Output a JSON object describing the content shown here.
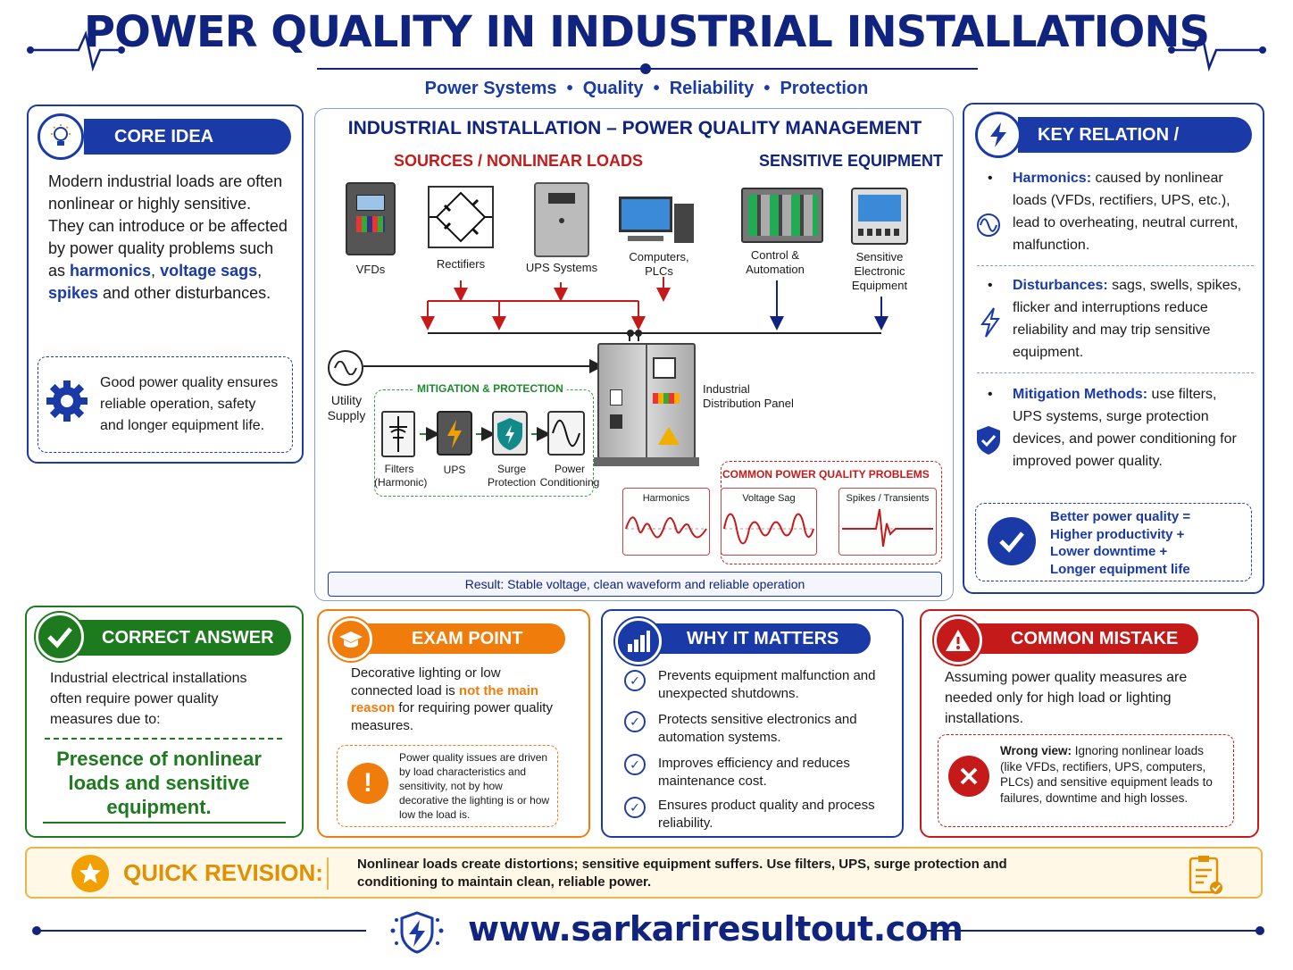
{
  "title": "POWER QUALITY IN INDUSTRIAL INSTALLATIONS",
  "subtitle": "Power Systems  •  Quality  •  Reliability  •  Protection",
  "core": {
    "heading": "CORE IDEA",
    "text1": "Modern industrial loads are often nonlinear or highly sensitive. They can introduce or be affected by power quality problems such as ",
    "k1": "harmonics",
    "s1": ", ",
    "k2": "voltage sags",
    "s2": ", ",
    "k3": "spikes",
    "text2": " and other disturbances.",
    "note": "Good power quality ensures reliable operation, safety and longer equipment life."
  },
  "diagram": {
    "title": "INDUSTRIAL INSTALLATION – POWER QUALITY MANAGEMENT",
    "sources_label": "SOURCES / NONLINEAR LOADS",
    "sensitive_label": "SENSITIVE EQUIPMENT",
    "loads": [
      "VFDs",
      "Rectifiers",
      "UPS Systems",
      "Computers, PLCs"
    ],
    "sensitive": [
      "Control & Automation",
      "Sensitive Electronic Equipment"
    ],
    "utility": "Utility Supply",
    "mitigation_label": "MITIGATION & PROTECTION",
    "mitigation": [
      "Filters (Harmonic)",
      "UPS",
      "Surge Protection",
      "Power Conditioning"
    ],
    "panel": "Industrial Distribution Panel",
    "problems_label": "COMMON POWER QUALITY PROBLEMS",
    "problems": [
      "Harmonics",
      "Voltage Sag",
      "Spikes / Transients"
    ],
    "result_label": "Result:",
    "result": "Stable voltage, clean waveform and reliable operation"
  },
  "key": {
    "heading": "KEY RELATION / CONCEPT",
    "items": [
      {
        "term": "Harmonics:",
        "text": " caused by nonlinear loads (VFDs, rectifiers, UPS, etc.), lead to overheating, neutral current, malfunction."
      },
      {
        "term": "Disturbances:",
        "text": " sags, swells, spikes, flicker and interruptions reduce reliability and may trip sensitive equipment."
      },
      {
        "term": "Mitigation Methods:",
        "text": " use filters, UPS systems, surge protection devices, and power conditioning for improved power quality."
      }
    ],
    "summary": [
      "Better power quality =",
      "Higher productivity +",
      "Lower downtime +",
      "Longer equipment life"
    ]
  },
  "correct": {
    "heading": "CORRECT ANSWER",
    "question": "Industrial electrical installations often require power quality measures due to:",
    "answer": "Presence of nonlinear loads and sensitive equipment."
  },
  "exam": {
    "heading": "EXAM POINT",
    "t1": "Decorative lighting or low connected load is ",
    "hl": "not the main reason",
    "t2": " for requiring power quality measures.",
    "note": "Power quality issues are driven by load characteristics and sensitivity, not by how decorative the lighting is or how low the load is."
  },
  "why": {
    "heading": "WHY IT MATTERS",
    "items": [
      "Prevents equipment malfunction and unexpected shutdowns.",
      "Protects sensitive electronics and automation systems.",
      "Improves efficiency and reduces maintenance cost.",
      "Ensures product quality and process reliability."
    ]
  },
  "mistake": {
    "heading": "COMMON MISTAKE",
    "text": "Assuming power quality measures are needed only for high load or lighting installations.",
    "wrong_label": "Wrong view:",
    "wrong_text": " Ignoring nonlinear loads (like VFDs, rectifiers, UPS, computers, PLCs) and sensitive equipment leads to failures, downtime and high losses."
  },
  "revision": {
    "label": "QUICK REVISION:",
    "text": "Nonlinear loads create distortions; sensitive equipment suffers. Use filters, UPS, surge protection and conditioning to maintain clean, reliable power."
  },
  "footer": {
    "url": "www.sarkariresultout.com"
  },
  "colors": {
    "navy": "#10237e",
    "blue": "#1a3aa8",
    "green": "#1e7a1e",
    "orange": "#f07c0c",
    "red": "#c41a1a",
    "gold": "#e8b64a"
  }
}
